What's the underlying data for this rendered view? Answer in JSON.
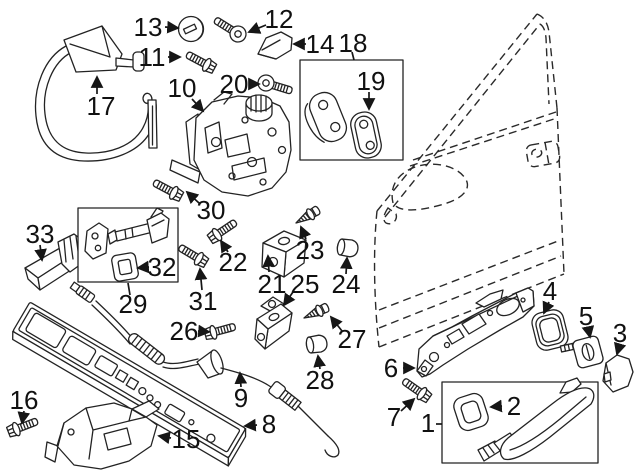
{
  "diagram": {
    "background": "#ffffff",
    "line_color": "#232323",
    "label_color": "#111111"
  },
  "callouts": {
    "c1": "1",
    "c2": "2",
    "c3": "3",
    "c4": "4",
    "c5": "5",
    "c6": "6",
    "c7": "7",
    "c8": "8",
    "c9": "9",
    "c10": "10",
    "c11": "11",
    "c12": "12",
    "c13": "13",
    "c14": "14",
    "c15": "15",
    "c16": "16",
    "c17": "17",
    "c18": "18",
    "c19": "19",
    "c20": "20",
    "c21": "21",
    "c22": "22",
    "c23": "23",
    "c24": "24",
    "c25": "25",
    "c26": "26",
    "c27": "27",
    "c28": "28",
    "c29": "29",
    "c30": "30",
    "c31": "31",
    "c32": "32",
    "c33": "33"
  }
}
